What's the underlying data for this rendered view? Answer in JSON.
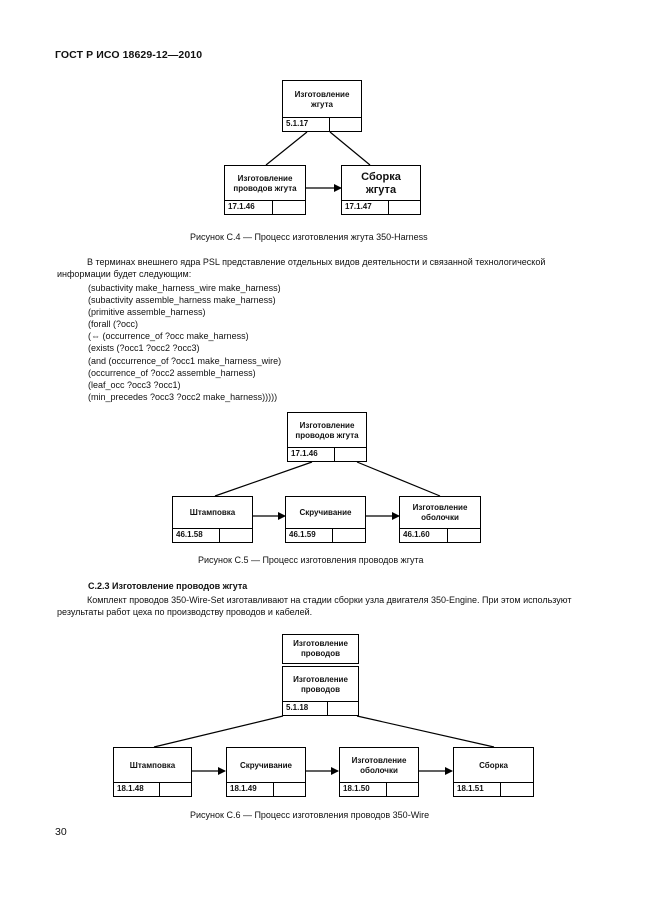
{
  "header": "ГОСТ Р ИСО 18629-12—2010",
  "page_number": "30",
  "figure_c4": {
    "caption": "Рисунок С.4 — Процесс изготовления жгута 350-Harness",
    "boxes": {
      "top": {
        "label": "Изготовление жгута",
        "code": "5.1.17"
      },
      "left": {
        "label": "Изготовление проводов жгута",
        "code": "17.1.46"
      },
      "right": {
        "label": "Сборка жгута",
        "code": "17.1.47"
      }
    }
  },
  "paragraph_1": "В терминах внешнего ядра PSL представление отдельных видов деятельности и связанной технологической информации будет следующим:",
  "code_lines": [
    "(subactivity make_harness_wire make_harness)",
    "(subactivity assemble_harness make_harness)",
    "(primitive assemble_harness)",
    "(forall (?occ)",
    "(⇔ (occurrence_of ?occ make_harness)",
    "(exists (?occ1 ?occ2 ?occ3)",
    "(and (occurrence_of ?occ1 make_harness_wire)",
    "(occurrence_of ?occ2 assemble_harness)",
    "(leaf_occ ?occ3 ?occ1)",
    "(min_precedes ?occ3 ?occ2 make_harness)))))"
  ],
  "figure_c5": {
    "caption": "Рисунок С.5 — Процесс изготовления проводов жгута",
    "boxes": {
      "top": {
        "label": "Изготовление проводов жгута",
        "code": "17.1.46"
      },
      "b1": {
        "label": "Штамповка",
        "code": "46.1.58"
      },
      "b2": {
        "label": "Скручивание",
        "code": "46.1.59"
      },
      "b3": {
        "label": "Изготовление оболочки",
        "code": "46.1.60"
      }
    }
  },
  "section_c23": {
    "title": "С.2.3 Изготовление проводов жгута",
    "paragraph": "Комплект проводов 350-Wire-Set изготавливают на стадии сборки узла двигателя 350-Engine. При этом используют результаты работ цеха по производству проводов и кабелей."
  },
  "figure_c6": {
    "caption": "Рисунок С.6 — Процесс изготовления проводов 350-Wire",
    "boxes": {
      "header": {
        "label": "Изготовление проводов"
      },
      "top": {
        "label": "Изготовление проводов",
        "code": "5.1.18"
      },
      "b1": {
        "label": "Штамповка",
        "code": "18.1.48"
      },
      "b2": {
        "label": "Скручивание",
        "code": "18.1.49"
      },
      "b3": {
        "label": "Изготовление оболочки",
        "code": "18.1.50"
      },
      "b4": {
        "label": "Сборка",
        "code": "18.1.51"
      }
    }
  }
}
